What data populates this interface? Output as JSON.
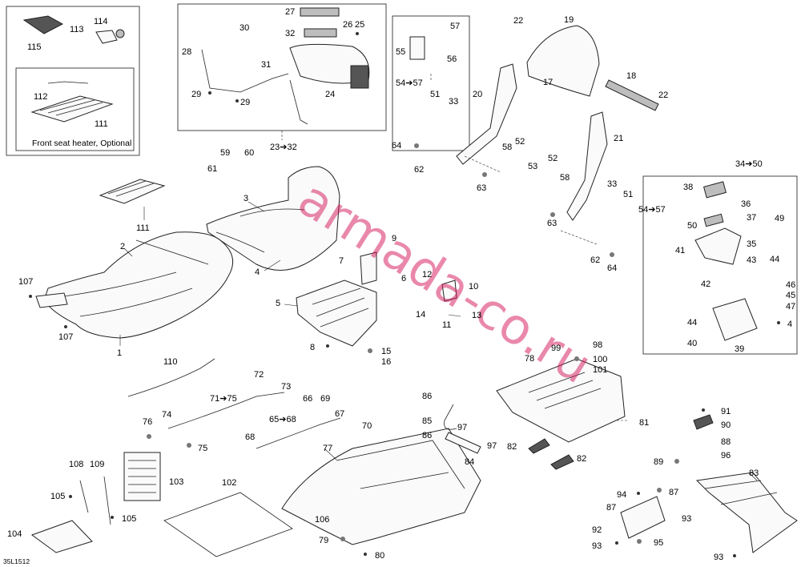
{
  "diagram": {
    "drawing_code": "35L1512",
    "watermark": "armada-co.ru",
    "heater_box_caption": "Front seat heater, Optional",
    "labels": {
      "l1": "1",
      "l2": "2",
      "l3": "3",
      "l4": "4",
      "l4b": "4",
      "l5": "5",
      "l6": "6",
      "l7": "7",
      "l8": "8",
      "l9": "9",
      "l10": "10",
      "l11": "11",
      "l12": "12",
      "l13": "13",
      "l14": "14",
      "l15": "15",
      "l16": "16",
      "l17": "17",
      "l18": "18",
      "l19": "19",
      "l20": "20",
      "l21": "21",
      "l22a": "22",
      "l22b": "22",
      "l23_32": "23➔32",
      "l24": "24",
      "l25": "25",
      "l26": "26",
      "l27": "27",
      "l28": "28",
      "l29a": "29",
      "l29b": "29",
      "l30": "30",
      "l31": "31",
      "l32": "32",
      "l33a": "33",
      "l33b": "33",
      "l34_50": "34➔50",
      "l35": "35",
      "l36": "36",
      "l37": "37",
      "l38": "38",
      "l39": "39",
      "l40": "40",
      "l41": "41",
      "l42": "42",
      "l43": "43",
      "l44a": "44",
      "l44b": "44",
      "l45": "45",
      "l46": "46",
      "l47": "47",
      "l49": "49",
      "l50": "50",
      "l51a": "51",
      "l51b": "51",
      "l52a": "52",
      "l52b": "52",
      "l53": "53",
      "l54_57a": "54➔57",
      "l54_57b": "54➔57",
      "l55": "55",
      "l56": "56",
      "l57": "57",
      "l58a": "58",
      "l58b": "58",
      "l59": "59",
      "l60": "60",
      "l61": "61",
      "l62a": "62",
      "l62b": "62",
      "l63a": "63",
      "l63b": "63",
      "l64a": "64",
      "l64b": "64",
      "l65_68": "65➔68",
      "l66": "66",
      "l67": "67",
      "l68": "68",
      "l69": "69",
      "l70": "70",
      "l71_75": "71➔75",
      "l72": "72",
      "l73": "73",
      "l74": "74",
      "l75": "75",
      "l76": "76",
      "l77": "77",
      "l78": "78",
      "l79": "79",
      "l80": "80",
      "l81": "81",
      "l82a": "82",
      "l82b": "82",
      "l83": "83",
      "l84": "84",
      "l85": "85",
      "l86a": "86",
      "l86b": "86",
      "l87a": "87",
      "l87b": "87",
      "l88": "88",
      "l89": "89",
      "l90": "90",
      "l91": "91",
      "l92": "92",
      "l93a": "93",
      "l93b": "93",
      "l93c": "93",
      "l94": "94",
      "l95": "95",
      "l96": "96",
      "l97a": "97",
      "l97b": "97",
      "l98": "98",
      "l99": "99",
      "l100": "100",
      "l101": "101",
      "l102": "102",
      "l103": "103",
      "l104": "104",
      "l105a": "105",
      "l105b": "105",
      "l106": "106",
      "l107a": "107",
      "l107b": "107",
      "l108": "108",
      "l109": "109",
      "l110": "110",
      "l111a": "111",
      "l111b": "111",
      "l112": "112",
      "l113": "113",
      "l114": "114",
      "l115": "115"
    }
  }
}
